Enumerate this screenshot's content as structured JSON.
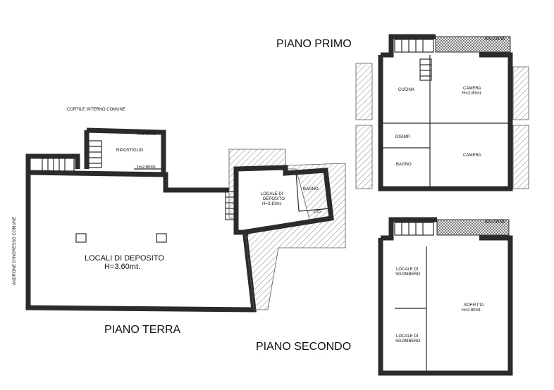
{
  "piano_terra": {
    "title": "PIANO TERRA",
    "cortile": "CORTILE INTERNO COMUNE",
    "androne": "ANDRONE D'INGRESSO COMUNE",
    "h_top": "h=2.60mt.",
    "ripostiglio": "RIPOSTIGLIO",
    "h_rip": "h=2.60mt.",
    "locali_name": "LOCALI DI DEPOSITO",
    "locali_h": "H=3.60mt.",
    "locale_name_1": "LOCALE DI",
    "locale_name_2": "DEPOSITO",
    "locale_h": "H=3.10mt.",
    "bagno": "BAGNO",
    "dis": "DIS."
  },
  "piano_primo": {
    "title": "PIANO PRIMO",
    "balcone": "BALCONE",
    "cucina": "CUCINA",
    "camera1": "CAMERA",
    "camera1_h": "H=2.80mt.",
    "disimp": "DISIMP.",
    "bagno": "BAGNO",
    "camera2": "CAMERA"
  },
  "piano_secondo": {
    "title": "PIANO SECONDO",
    "balcone": "BALCONE",
    "locale1_a": "LOCALE DI",
    "locale1_b": "SGOMBERO",
    "locale2_a": "LOCALE DI",
    "locale2_b": "SGOMBERO",
    "soffitta": "SOFFITTA",
    "soffitta_h": "H=2.80mt."
  }
}
